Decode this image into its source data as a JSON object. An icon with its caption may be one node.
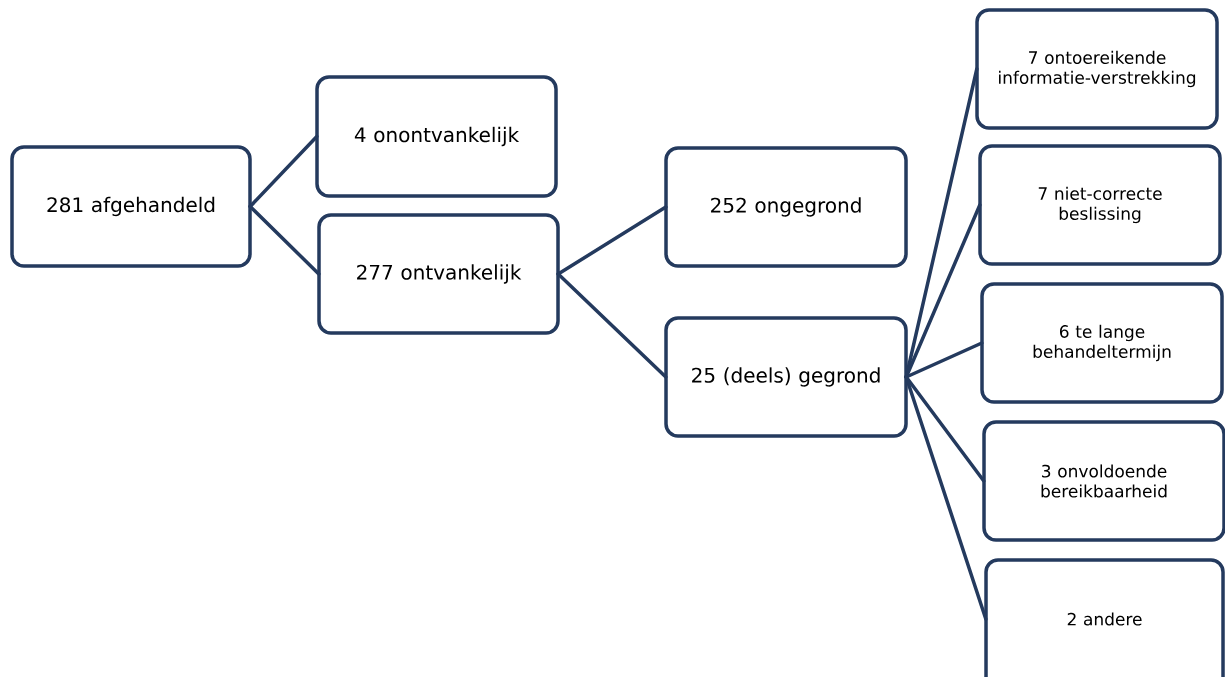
{
  "diagram": {
    "nodes": [
      {
        "text": [
          "281 afgehandeld"
        ]
      },
      {
        "text": [
          "4 onontvankelijk"
        ]
      },
      {
        "text": [
          "277 ontvankelijk"
        ]
      },
      {
        "text": [
          "252 ongegrond"
        ]
      },
      {
        "text": [
          "25 (deels) gegrond"
        ]
      },
      {
        "text": [
          "7 ontoereikende informatie-verstrekking"
        ]
      },
      {
        "text": [
          "7 niet-correcte beslissing"
        ]
      },
      {
        "text": [
          "6 te lange behandeltermijn"
        ]
      },
      {
        "text": [
          "3 onvoldoende bereikbaarheid"
        ]
      },
      {
        "text": [
          "2 andere"
        ]
      }
    ],
    "edges": [
      {
        "from": 0,
        "to": 1,
        "arrow": "none"
      },
      {
        "from": 0,
        "to": 2,
        "arrow": "none"
      },
      {
        "from": 2,
        "to": 3,
        "arrow": "none"
      },
      {
        "from": 2,
        "to": 4,
        "arrow": "none"
      },
      {
        "from": 4,
        "to": 5,
        "arrow": "none"
      },
      {
        "from": 4,
        "to": 6,
        "arrow": "none"
      },
      {
        "from": 4,
        "to": 7,
        "arrow": "none"
      },
      {
        "from": 4,
        "to": 8,
        "arrow": "none"
      },
      {
        "from": 4,
        "to": 9,
        "arrow": "none"
      }
    ]
  }
}
